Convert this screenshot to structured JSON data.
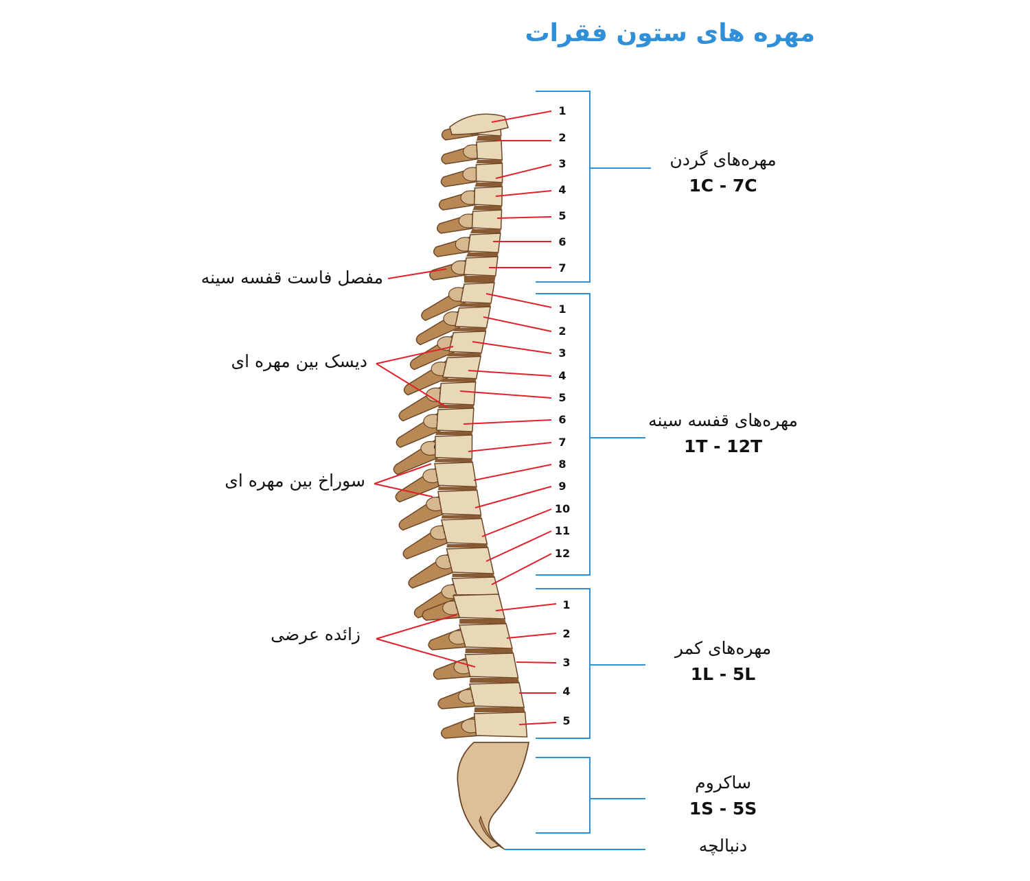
{
  "title": "مهره های ستون فقرات",
  "regions": [
    {
      "id": "cervical",
      "name": "مهره‌های گردن",
      "range": "1C - 7C",
      "count": 7
    },
    {
      "id": "thoracic",
      "name": "مهره‌های قفسه سینه",
      "range": "1T - 12T",
      "count": 12
    },
    {
      "id": "lumbar",
      "name": "مهره‌های کمر",
      "range": "1L - 5L",
      "count": 5
    },
    {
      "id": "sacrum",
      "name": "ساکروم",
      "range": "1S - 5S"
    },
    {
      "id": "coccyx",
      "name": "دنبالچه"
    }
  ],
  "numbers": {
    "cervical": [
      "1",
      "2",
      "3",
      "4",
      "5",
      "6",
      "7"
    ],
    "thoracic": [
      "1",
      "2",
      "3",
      "4",
      "5",
      "6",
      "7",
      "8",
      "9",
      "10",
      "11",
      "12"
    ],
    "lumbar": [
      "1",
      "2",
      "3",
      "4",
      "5"
    ]
  },
  "callouts": [
    {
      "id": "facet-joint",
      "text": "مفصل فاست قفسه سینه"
    },
    {
      "id": "disc",
      "text": "دیسک بین مهره ای"
    },
    {
      "id": "foramen",
      "text": "سوراخ بین مهره ای"
    },
    {
      "id": "transverse",
      "text": "زائده عرضی"
    }
  ],
  "colors": {
    "title": "#2f8fd8",
    "bracket": "#2f8fd8",
    "leader": "#e0202a",
    "bone": "#e9d8b8",
    "bone_dark": "#b98955",
    "bone_edge": "#6b4526"
  }
}
